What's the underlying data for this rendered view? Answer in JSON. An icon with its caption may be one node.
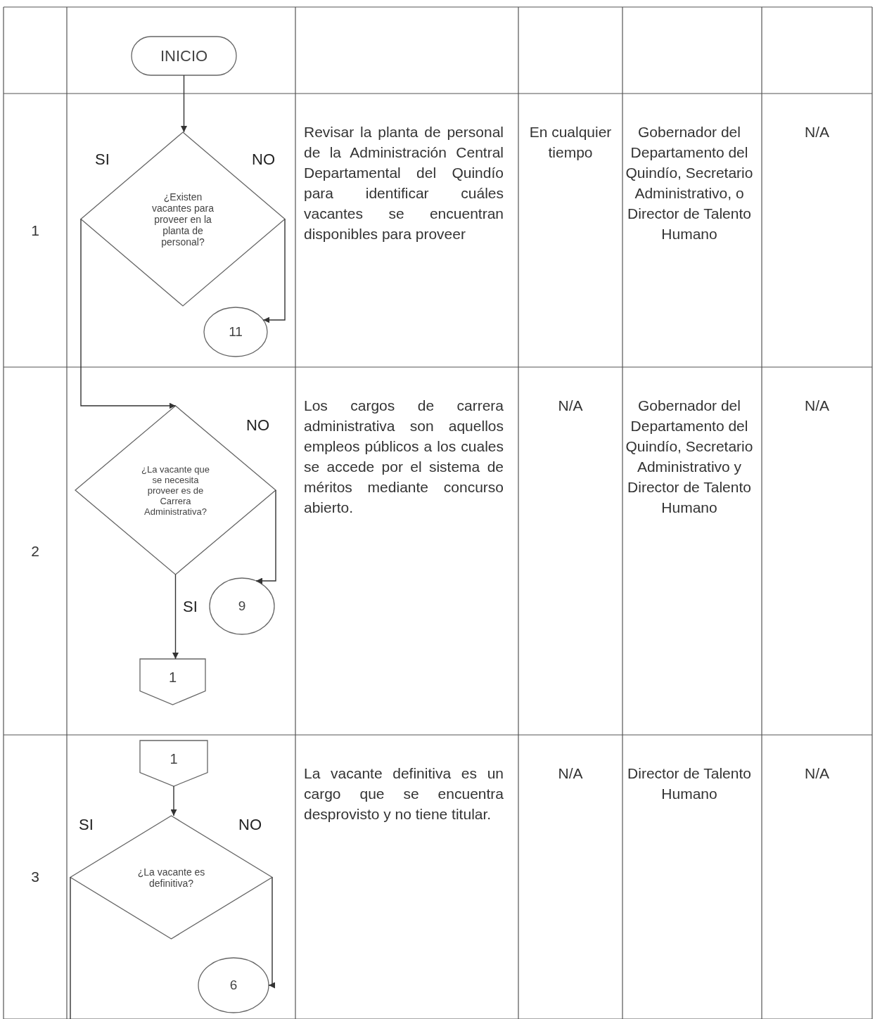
{
  "diagram": {
    "nodes": [
      {
        "text": [
          "INICIO"
        ]
      },
      {
        "text": [
          "¿Existen vacantes para proveer en la planta de personal?"
        ]
      },
      {
        "text": [
          "11"
        ]
      },
      {
        "text": [
          "¿La vacante que se necesita proveer es de Carrera Administrativa?"
        ]
      },
      {
        "text": [
          "1"
        ]
      },
      {
        "text": [
          "9"
        ]
      },
      {
        "text": [
          "1"
        ]
      },
      {
        "text": [
          "¿La vacante es definitiva?"
        ]
      },
      {
        "text": [
          "6"
        ]
      }
    ],
    "edges": [
      {
        "from": 0,
        "to": 1,
        "arrow": "to"
      },
      {
        "from": 1,
        "to": 2,
        "arrow": "to",
        "label": "NO"
      },
      {
        "from": 1,
        "to": 3,
        "arrow": "to",
        "label": "SI"
      },
      {
        "from": 3,
        "to": 5,
        "arrow": "to",
        "label": "NO"
      },
      {
        "from": 3,
        "to": 4,
        "arrow": "to",
        "label": "SI"
      },
      {
        "from": 6,
        "to": 7,
        "arrow": "to"
      },
      {
        "from": 7,
        "to": 8,
        "arrow": "to",
        "label": "NO"
      },
      {
        "from": 7,
        "to": null,
        "arrow": "none",
        "label": "SI"
      }
    ],
    "labels": [
      "1",
      "Revisar la planta de personal de la Administración Central Departamental del Quindío para identificar cuáles vacantes se encuentran disponibles para proveer",
      "En cualquier tiempo",
      "Gobernador del Departamento del Quindío, Secretario Administrativo, o Director de Talento Humano",
      "N/A",
      "2",
      "Los cargos de carrera administrativa son aquellos empleos públicos a los cuales se accede por el sistema de méritos mediante concurso abierto.",
      "N/A",
      "Gobernador del Departamento del Quindío, Secretario Administrativo y Director de Talento Humano",
      "N/A",
      "3",
      "La vacante definitiva es un cargo que se encuentra desprovisto y no tiene titular.",
      "N/A",
      "Director de Talento Humano",
      "N/A"
    ]
  }
}
